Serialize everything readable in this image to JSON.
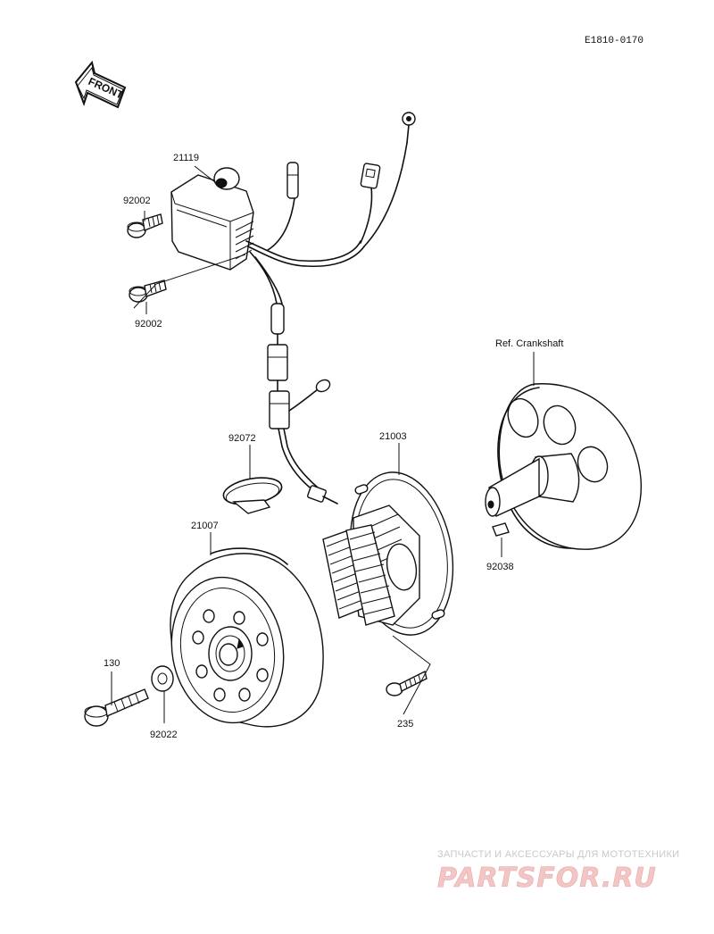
{
  "diagram_code": "E1810-0170",
  "front_arrow_label": "FRONT",
  "parts": {
    "igniter": "21119",
    "bolt_upper": "92002",
    "bolt_lower": "92002",
    "clamp": "92072",
    "stator": "21003",
    "rotor": "21007",
    "key": "92038",
    "bolt_flywheel": "130",
    "washer": "92022",
    "screw": "235"
  },
  "crankshaft_label": "Ref. Crankshaft",
  "watermark": {
    "line1": "ЗАПЧАСТИ И АКСЕССУАРЫ ДЛЯ МОТОТЕХНИКИ",
    "line2": "PARTSFOR.RU"
  }
}
